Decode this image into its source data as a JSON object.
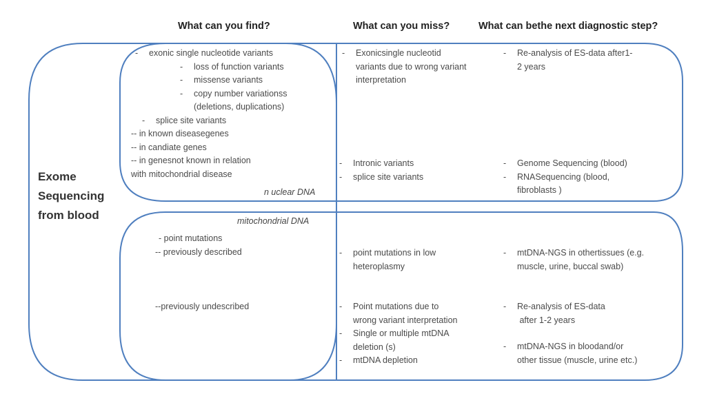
{
  "headers": {
    "find": "What can you find?",
    "miss": "What can you miss?",
    "next": "What can bethe next diagnostic step?"
  },
  "side_label": [
    "Exome",
    "Sequencing",
    "from blood"
  ],
  "nuclear": {
    "label": "n uclear DNA",
    "find": [
      {
        "prefix": "-",
        "text": "exonic single nucleotide variants",
        "level": 0
      },
      {
        "prefix": "-",
        "text": "loss of function variants",
        "level": 1
      },
      {
        "prefix": "-",
        "text": "missense variants",
        "level": 1
      },
      {
        "prefix": "-",
        "text": "copy number variationss",
        "level": 1
      },
      {
        "prefix": "",
        "text": "(deletions, duplications)",
        "level": 1
      },
      {
        "prefix": "-",
        "text": "splice site variants",
        "level": 0
      },
      {
        "prefix": "--",
        "text": "in known diseasegenes",
        "level": -1
      },
      {
        "prefix": "--",
        "text": "in candiate genes",
        "level": -1
      },
      {
        "prefix": "--",
        "text": "in genesnot known in relation",
        "level": -1
      },
      {
        "prefix": "",
        "text": "with mitochondrial disease",
        "level": -1
      }
    ],
    "miss_group1": [
      "Exonicsingle nucleotid",
      "variants due to wrong variant",
      "interpretation"
    ],
    "miss_group2": [
      "Intronic variants",
      "splice site variants"
    ],
    "next_group1": [
      "Re-analysis of ES-data after1-",
      "2 years"
    ],
    "next_group2a": [
      "Genome Sequencing (blood)"
    ],
    "next_group2b": [
      "RNASequencing (blood,",
      "fibroblasts )"
    ]
  },
  "mito": {
    "label": "mitochondrial DNA",
    "find_group1": [
      "-   point mutations",
      "-- previously described"
    ],
    "find_group2": [
      "--previously undescribed"
    ],
    "miss_group1": [
      "point mutations in low",
      "heteroplasmy"
    ],
    "miss_group2a": [
      "Point mutations due to",
      "wrong variant interpretation"
    ],
    "miss_group2b": [
      "Single or multiple mtDNA",
      "deletion (s)"
    ],
    "miss_group2c": [
      "mtDNA depletion"
    ],
    "next_group1": [
      "mtDNA-NGS in othertissues (e.g.",
      "muscle, urine, buccal swab)"
    ],
    "next_group2a": [
      "Re-analysis of ES-data",
      " after 1-2 years"
    ],
    "next_group2b": [
      "mtDNA-NGS in bloodand/or",
      "other tissue (muscle, urine etc.)"
    ]
  },
  "colors": {
    "stroke": "#4f7fbf"
  }
}
